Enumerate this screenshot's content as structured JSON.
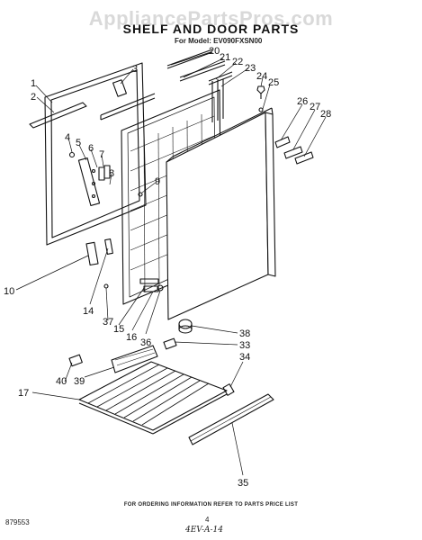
{
  "watermark": "AppliancePartsPros.com",
  "title": "SHELF AND DOOR PARTS",
  "subtitle": "For Model: EV090FXSN00",
  "callouts": [
    "1",
    "2",
    "3",
    "4",
    "5",
    "6",
    "7",
    "8",
    "9",
    "10",
    "14",
    "15",
    "16",
    "17",
    "20",
    "21",
    "22",
    "23",
    "24",
    "25",
    "26",
    "27",
    "28",
    "33",
    "34",
    "35",
    "36",
    "37",
    "38",
    "39",
    "40"
  ],
  "footer": {
    "info": "FOR ORDERING INFORMATION REFER TO PARTS PRICE LIST",
    "code": "879553",
    "page": "4",
    "handwritten": "4EV-A-14"
  }
}
